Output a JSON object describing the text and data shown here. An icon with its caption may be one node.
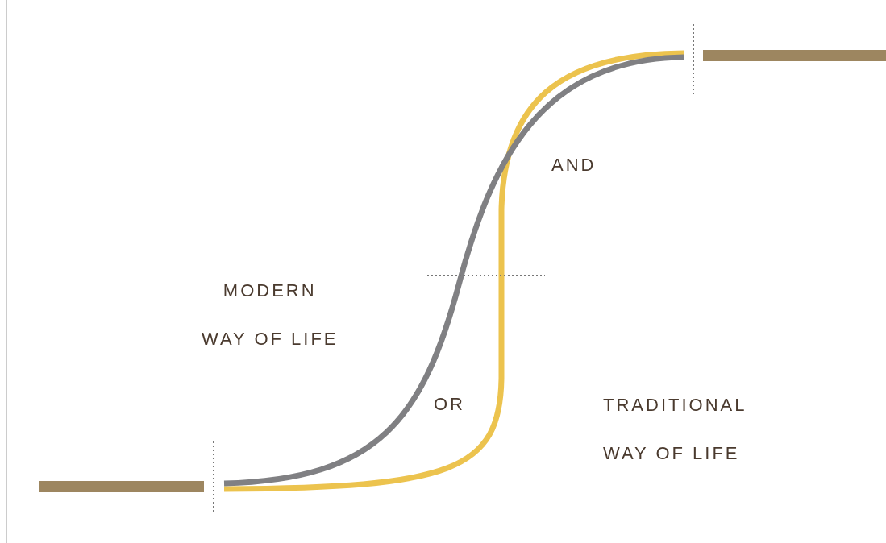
{
  "diagram": {
    "labels": [
      "AND",
      "MODERN WAY OF LIFE",
      "OR",
      "TRADITIONAL WAY OF LIFE"
    ]
  }
}
